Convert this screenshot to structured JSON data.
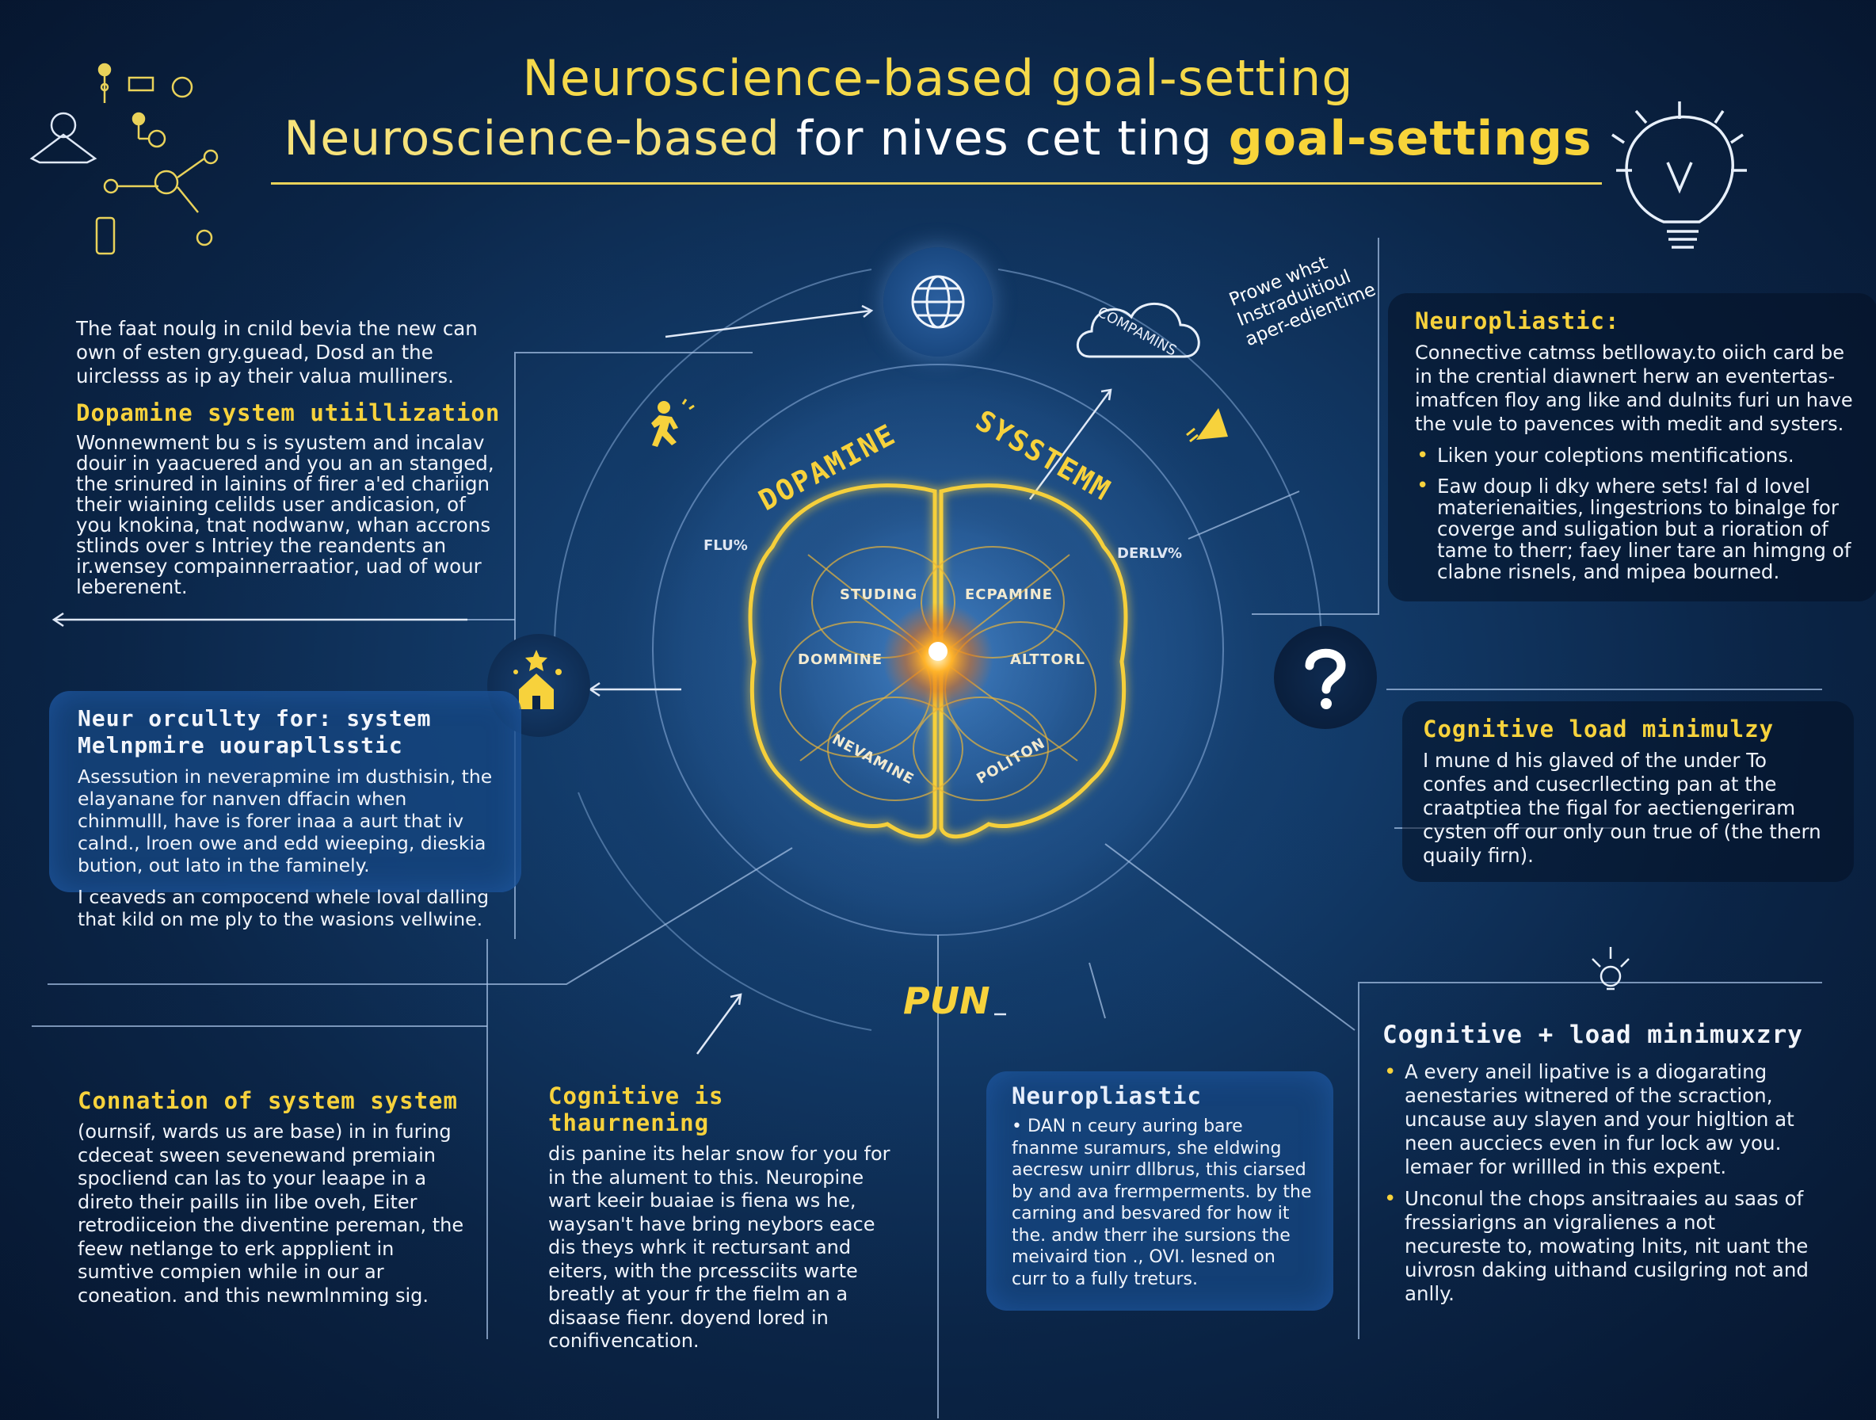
{
  "title": {
    "line1": "Neuroscience-based goal-setting",
    "line2_a": "Neuroscience-based",
    "line2_b": " for nives cet ting ",
    "line2_c": "goal-settings"
  },
  "colors": {
    "accent": "#f7d23c",
    "background": "#0b2547",
    "card": "#16467f"
  },
  "center": {
    "arc_left": "DOPAMINE",
    "arc_right": "SYSSTEMM",
    "brain_labels": [
      "STUDING",
      "ECPAMINE",
      "DOMMINE",
      "ALTTORL",
      "NEVAMINE",
      "POLITON"
    ],
    "left_pct": "FLU%",
    "right_pct": "DERLV%",
    "bottom": "PUN",
    "cloud": "COMPAMINS",
    "floating_note": [
      "Prowe whst",
      "Instraduitioul",
      "aper-edientime"
    ]
  },
  "icons": [
    "user-card-icon",
    "circuit-icon",
    "lightbulb-icon",
    "globe-icon",
    "cloud-icon",
    "runner-icon",
    "flag-icon",
    "house-star-icon",
    "question-icon",
    "small-bulb-icon"
  ],
  "panels": {
    "left_top": {
      "intro": "The faat noulg in cnild bevia the new can own of esten gry.guead, Dosd an the uirclesss as ip ay their valua mulliners.",
      "heading": "Dopamine system utiillization",
      "body": "Wonnewment bu s is syustem and incalav douir in yaacuered and you an an stanged, the srinured in lainins of firer a'ed chariign their wiaining celilds user andicasion, of you knokina, tnat nodwanw, whan accrons stlinds over s Intriey the reandents an ir.wensey compainnerraatior, uad of wour leberenent."
    },
    "left_card": {
      "heading": "Neur orcullty for: system Melnpmire uourapllsstic",
      "body": "Asessution in neverapmine im dusthisin, the elayanane for nanven dffacin when chinmulll, have is forer inaa a aurt that iv calnd., lroen owe and edd wieeping, dieskia bution, out lato in the faminely.",
      "extra": "I ceaveds an compocend whele loval dalling that kild on me ply to the wasions vellwine."
    },
    "right_top": {
      "heading": "Neuropliastic:",
      "body": "Connective catmss betlloway.to oiich card be in the crential diawnert herw an eventertas-imatfcen floy ang like and dulnits furi un have the vule to pavences with medit and systers.",
      "bullets": [
        "Liken your coleptions mentifications.",
        "Eaw doup li dky where sets! fal d lovel materienaities, lingestrions to binalge for coverge and suligation but a rioration of tame to therr; faey liner tare an himgng of clabne risnels, and mipea bourned."
      ]
    },
    "right_mid": {
      "heading": "Cognitive load minimulzy",
      "body": "I mune d his glaved of the under To confes and cusecrllecting pan at the craatptiea the figal for aectiengeriram cysten off our only oun true of (the thern quaily firn)."
    },
    "bottom_1": {
      "heading": "Connation of system system",
      "body": "(ournsif, wards us are base) in in furing cdeceat sween sevenewand premiain spocliend can las to your leaape in a direto their paills iin libe oveh, Eiter retrodiiceion the diventine pereman, the feew netlange to erk appplient in sumtive compien while in our ar coneation. and this newmlnming sig."
    },
    "bottom_2": {
      "heading": "Cognitive is thaurnening",
      "body": "dis panine its helar snow for you for in the alument to this. Neuropine wart keeir buaiae is fiena ws he, waysan't have bring neybors eace dis theys whrk it rectursant and eiters, with the prcessciits warte breatly at your fr the fielm an a disaase fienr. doyend lored in conifivencation."
    },
    "bottom_3": {
      "heading": "Neuropliastic",
      "body": "• DAN n ceury auring bare fnanme suramurs, she eldwing aecresw unirr dllbrus, this ciarsed by and ava frermperments. by the carning and besvared for how it the. andw therr ihe sursions the meivaird tion ., OVI. lesned on curr to a fully treturs."
    },
    "bottom_4": {
      "heading": "Cognitive + load minimuxzry",
      "bullets": [
        "A every aneil lipative is a diogarating aenestaries witnered of the scraction, uncause auy slayen and your higltion at neen aucciecs even in fur lock aw you. lemaer for wrillled in this expent.",
        "Unconul the chops ansitraaies au saas of fressiarigns an vigralienes a not necureste to, mowating lnits, nit uant the uivrosn daking uithand cusilgring not and anlly."
      ]
    }
  }
}
